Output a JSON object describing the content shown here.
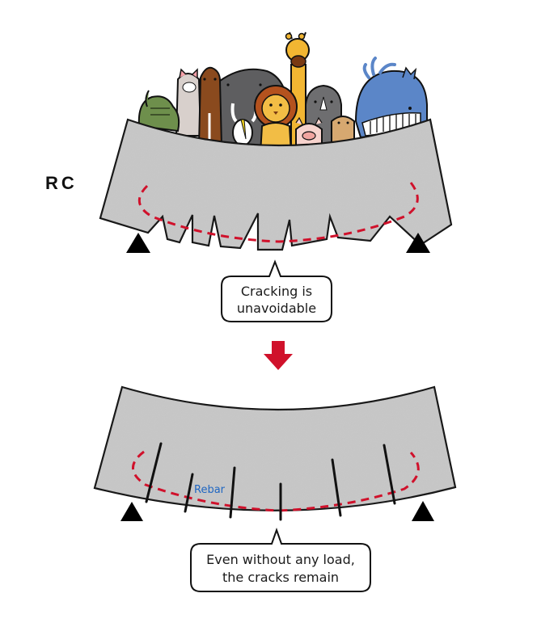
{
  "diagram": {
    "label_rc": "RC",
    "top_panel": {
      "description": "Loaded reinforced concrete beam bending and cracking under animals",
      "bubble_lines": [
        "Cracking is",
        "unavoidable"
      ],
      "animals": [
        "crocodile",
        "alpaca",
        "horse",
        "elephant",
        "bird",
        "lion",
        "giraffe",
        "pig",
        "rhino",
        "otter",
        "whale"
      ]
    },
    "arrow": {
      "direction": "down",
      "color": "#d0112b"
    },
    "bottom_panel": {
      "description": "Unloaded beam with residual cracks",
      "rebar_label": "Rebar",
      "bubble_lines": [
        "Even without any load,",
        "the cracks remain"
      ]
    },
    "colors": {
      "concrete": "#c4c4c4",
      "outline": "#111111",
      "rebar": "#d0112b",
      "rebar_label": "#1f66c2",
      "support": "#000000"
    }
  }
}
